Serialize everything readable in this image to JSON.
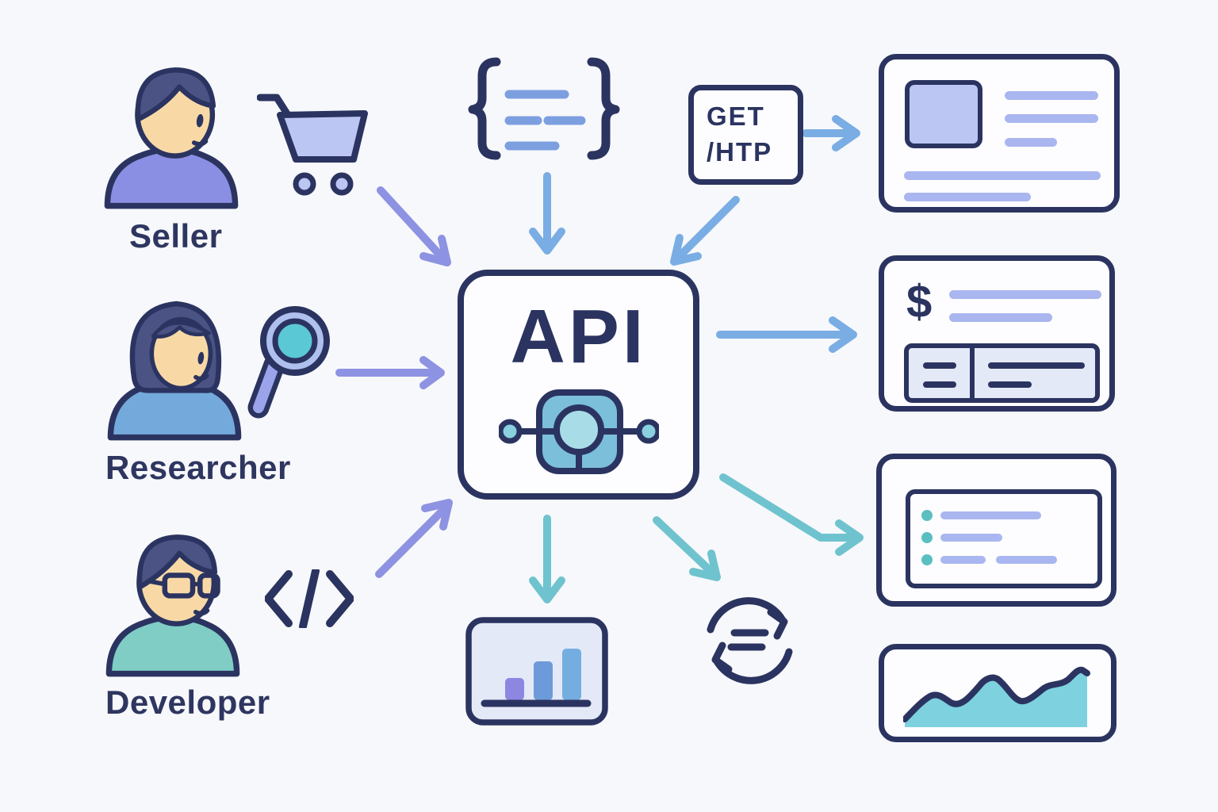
{
  "title": "API platform diagram",
  "background": "#F7F8FB",
  "palette": {
    "outline_navy": "#2B3460",
    "arrow_purple": "#8D92E2",
    "arrow_blue": "#79ADE4",
    "arrow_teal": "#6FC3CE",
    "fill_light_purple": "#BCC6F2",
    "fill_line_purple": "#A9B6EF",
    "fill_lavender_panel": "#E4E9F8",
    "fill_teal_area": "#7ED1DF",
    "fill_chip_blue": "#7CBFDA",
    "skin": "#F8D9A6",
    "hair": "#4A5384",
    "shirt_seller": "#8B8FE3",
    "shirt_researcher": "#74AADB",
    "shirt_developer": "#7FCDC5"
  },
  "personas": [
    {
      "label": "Seller",
      "avatar": "seller-avatar",
      "tool": "shopping-cart-icon"
    },
    {
      "label": "Researcher",
      "avatar": "researcher-avatar",
      "tool": "magnifier-icon"
    },
    {
      "label": "Developer",
      "avatar": "developer-avatar",
      "tool": "code-icon"
    }
  ],
  "api": {
    "label": "API",
    "icon": "api-node-icon"
  },
  "request": {
    "line1": "GET",
    "line2": "/HTP",
    "icon": "json-braces-icon"
  },
  "invoice": {
    "currency": "$"
  },
  "outputs": [
    "profile-card",
    "invoice-card",
    "list-card",
    "area-chart-card"
  ],
  "bottom_icons": [
    "bar-chart-icon",
    "sync-icon"
  ],
  "icons": [
    "json-braces-icon",
    "shopping-cart-icon",
    "magnifier-icon",
    "code-icon",
    "api-node-icon",
    "bar-chart-icon",
    "sync-icon"
  ]
}
